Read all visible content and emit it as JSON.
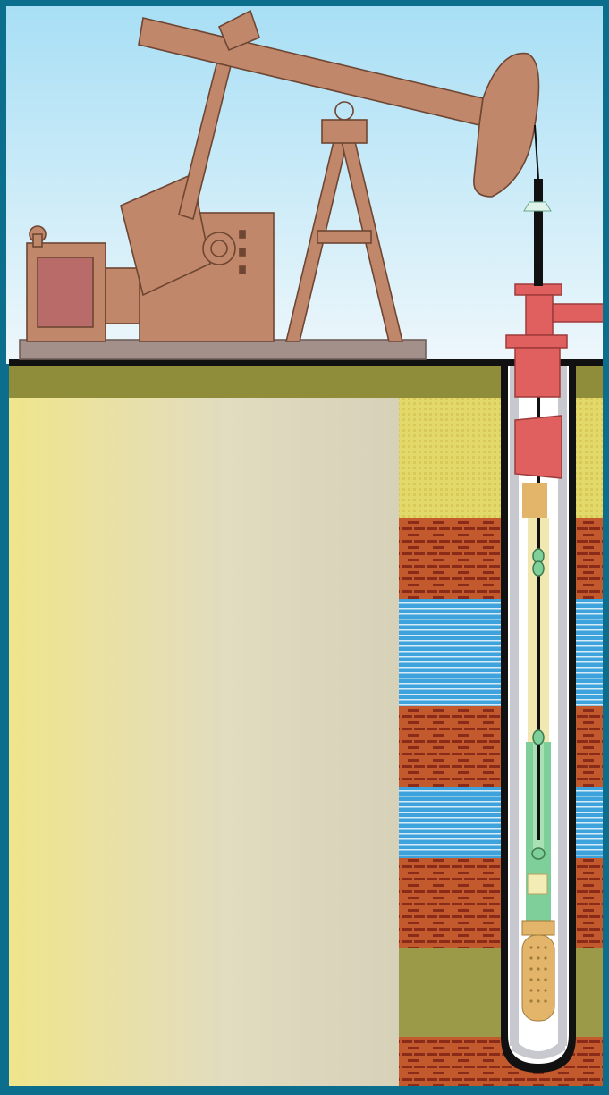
{
  "scene": {
    "kind": "oil-well-pumpjack-cross-section",
    "colors": {
      "frame": "#0b6e8c",
      "sky_top": "#a8dff5",
      "sky_bottom": "#eef7fb",
      "pumpjack": "#c0876b",
      "pumpjack_outline": "#6e4632",
      "wellhead": "#e06060",
      "topsoil": "#8f8c3a",
      "sand": "#e6df80",
      "clay": "#c25a2e",
      "water": "#3ea3dc",
      "shale": "#9a9a48",
      "casing": "#c7c9cf",
      "tubing_fluid": "#f0e8b0",
      "pump_fluid": "#7fcf9a"
    },
    "icons": [
      "pumpjack-icon",
      "wellhead-icon",
      "flowline-icon",
      "downhole-pump-icon"
    ]
  },
  "strata": [
    {
      "id": "topsoil"
    },
    {
      "id": "sand"
    },
    {
      "id": "clay"
    },
    {
      "id": "water"
    },
    {
      "id": "clay"
    },
    {
      "id": "water"
    },
    {
      "id": "clay"
    },
    {
      "id": "shale"
    },
    {
      "id": "clay"
    }
  ]
}
